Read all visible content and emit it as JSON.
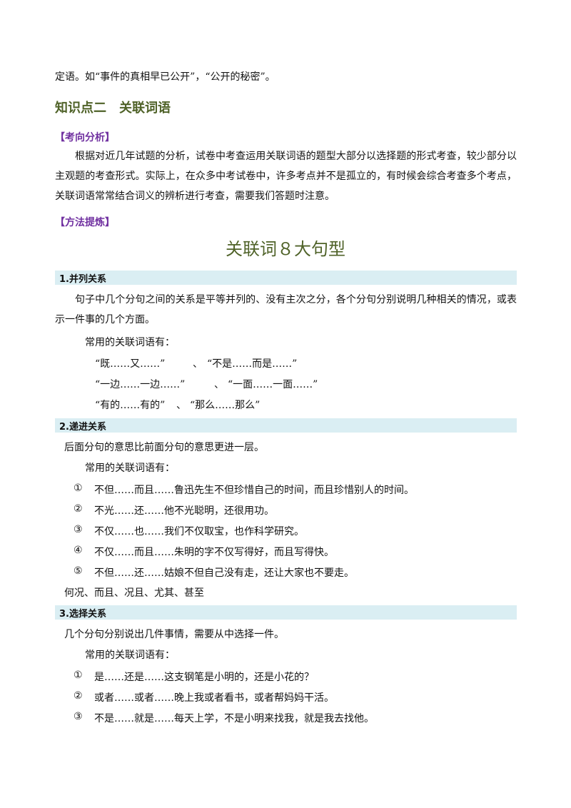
{
  "top_line": "定语。如“事件的真相早已公开”，“公开的秘密”。",
  "section_title": "知识点二　关联词语",
  "tag_analysis": "【考向分析】",
  "analysis_paragraph": "根据对近几年试题的分析，试卷中考查运用关联词语的题型大部分以选择题的形式考查，较少部分以主观题的考查形式。实际上，在众多中考试卷中，许多考点并不是孤立的，有时候会综合考查多个考点，关联词语常常结合词义的辨析进行考查，需要我们答题时注意。",
  "tag_method": "【方法提炼】",
  "main_title": "关联词８大句型",
  "s1": {
    "band": "1.并列关系",
    "desc": "句子中几个分句之间的关系是平等并列的、没有主次之分，各个分句分别说明几种相关的情况，或表示一件事的几个方面。",
    "common": "常用的关联词语有：",
    "rows": [
      {
        "a": "“既……又……”",
        "sep": "、",
        "b": "“不是……而是……”"
      },
      {
        "a": "“一边……一边……”",
        "sep": "、",
        "b": "“一面……一面……”"
      },
      {
        "a": "“有的……有的”",
        "sep": "、",
        "b": "“那么……那么”"
      }
    ]
  },
  "s2": {
    "band": "2.递进关系",
    "desc": "后面分句的意思比前面分句的意思更进一层。",
    "common": "常用的关联词语有：",
    "items": [
      {
        "num": "①",
        "text": "不但……而且……鲁迅先生不但珍惜自己的时间，而且珍惜别人的时间。"
      },
      {
        "num": "②",
        "text": "不光……还……他不光聪明，还很用功。"
      },
      {
        "num": "③",
        "text": "不仅……也……我们不仅取宝，也作科学研究。"
      },
      {
        "num": "④",
        "text": "不仅……而且……朱明的字不仅写得好，而且写得快。"
      },
      {
        "num": "⑤",
        "text": "不但……还……姑娘不但自己没有走，还让大家也不要走。"
      }
    ],
    "extra": "何况、而且、况且、尤其、甚至"
  },
  "s3": {
    "band": "3.选择关系",
    "desc": "几个分句分别说出几件事情，需要从中选择一件。",
    "common": "常用的关联词语有：",
    "items": [
      {
        "num": "①",
        "text": "是……还是……这支钢笔是小明的，还是小花的？"
      },
      {
        "num": "②",
        "text": "或者……或者……晚上我或者看书，或者帮妈妈干活。"
      },
      {
        "num": "③",
        "text": "不是……就是……每天上学，不是小明来找我，就是我去找他。"
      }
    ]
  },
  "colors": {
    "section_title": "#4f6228",
    "tag": "#7030a0",
    "band": "#daeef3"
  }
}
